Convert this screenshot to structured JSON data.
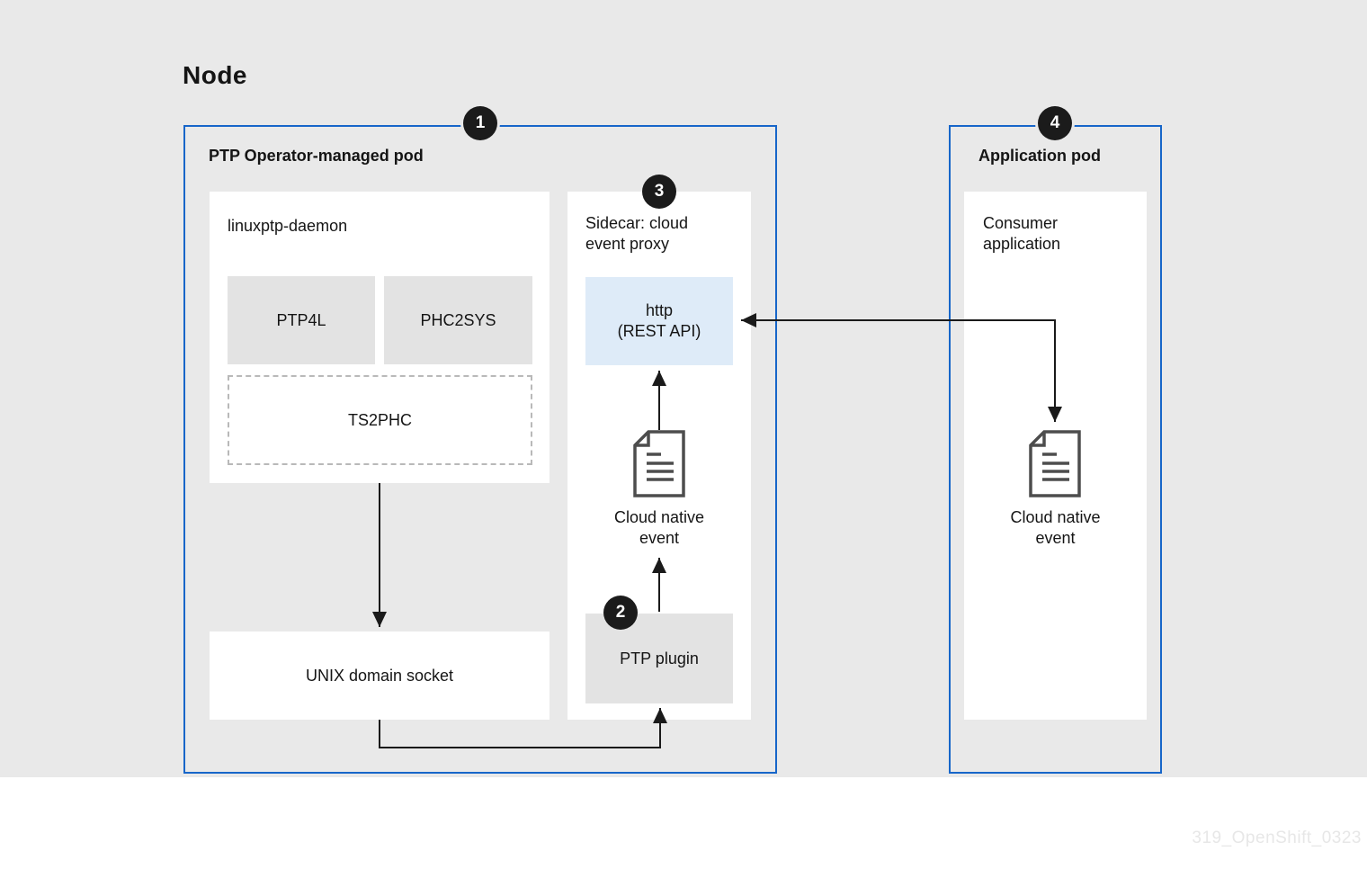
{
  "colors": {
    "background": "#e9e9e9",
    "pod_border": "#1766c9",
    "box_gray": "#e3e3e3",
    "http_fill": "#deebf8",
    "badge_bg": "#1b1b1b",
    "badge_text": "#ffffff",
    "line": "#1a1a1a",
    "text": "#151515",
    "icon_stroke": "#4d4d4d",
    "dashed_border": "#b9b9b9",
    "watermark": "#e7e7e7",
    "white": "#ffffff"
  },
  "node": {
    "title": "Node"
  },
  "ptp_pod": {
    "badge": "1",
    "label": "PTP Operator-managed pod",
    "daemon": {
      "label": "linuxptp-daemon",
      "ptp4l_label": "PTP4L",
      "phc2sys_label": "PHC2SYS",
      "ts2phc_label": "TS2PHC"
    },
    "unix_socket_label": "UNIX domain socket",
    "sidecar": {
      "badge": "3",
      "label": "Sidecar: cloud\nevent proxy",
      "http_label": "http\n(REST API)",
      "cloud_event_label": "Cloud native\nevent",
      "plugin_badge": "2",
      "plugin_label": "PTP plugin"
    }
  },
  "app_pod": {
    "badge": "4",
    "label": "Application pod",
    "consumer_label": "Consumer\napplication",
    "cloud_event_label": "Cloud native\nevent"
  },
  "footer": {
    "watermark": "319_OpenShift_0323"
  }
}
